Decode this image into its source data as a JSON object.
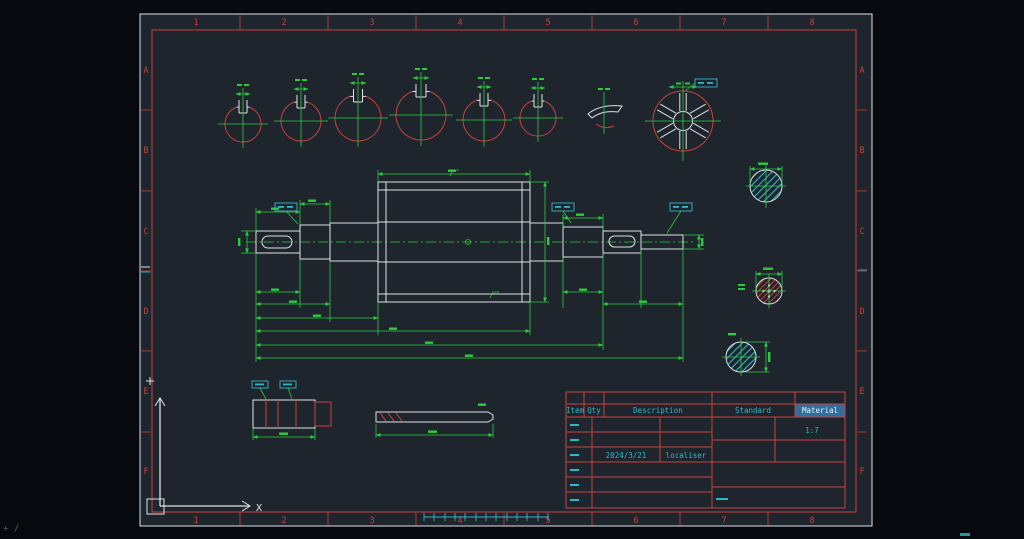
{
  "colors": {
    "app-bg": "#06090d",
    "sheet-bg": "#1e252d",
    "red": "#c9413b",
    "white": "#dde3e8",
    "green": "#2fcb3f",
    "cyan": "#33b7c8",
    "blue-fill": "#2d6f9f",
    "dim-gray": "#55606a"
  },
  "zones": {
    "numbers": [
      "1",
      "2",
      "3",
      "4",
      "5",
      "6",
      "7",
      "8"
    ],
    "letters": [
      "A",
      "B",
      "C",
      "D",
      "E",
      "F"
    ]
  },
  "title_block": {
    "headers": [
      "Item",
      "Qty",
      "Description",
      "Standard",
      "Material"
    ],
    "date": "2024/3/21",
    "part_name": "localiser",
    "scale": "1:7"
  },
  "ucs": {
    "x_axis_label": "X"
  },
  "statusbar": {
    "corner_marks": "+ /"
  }
}
